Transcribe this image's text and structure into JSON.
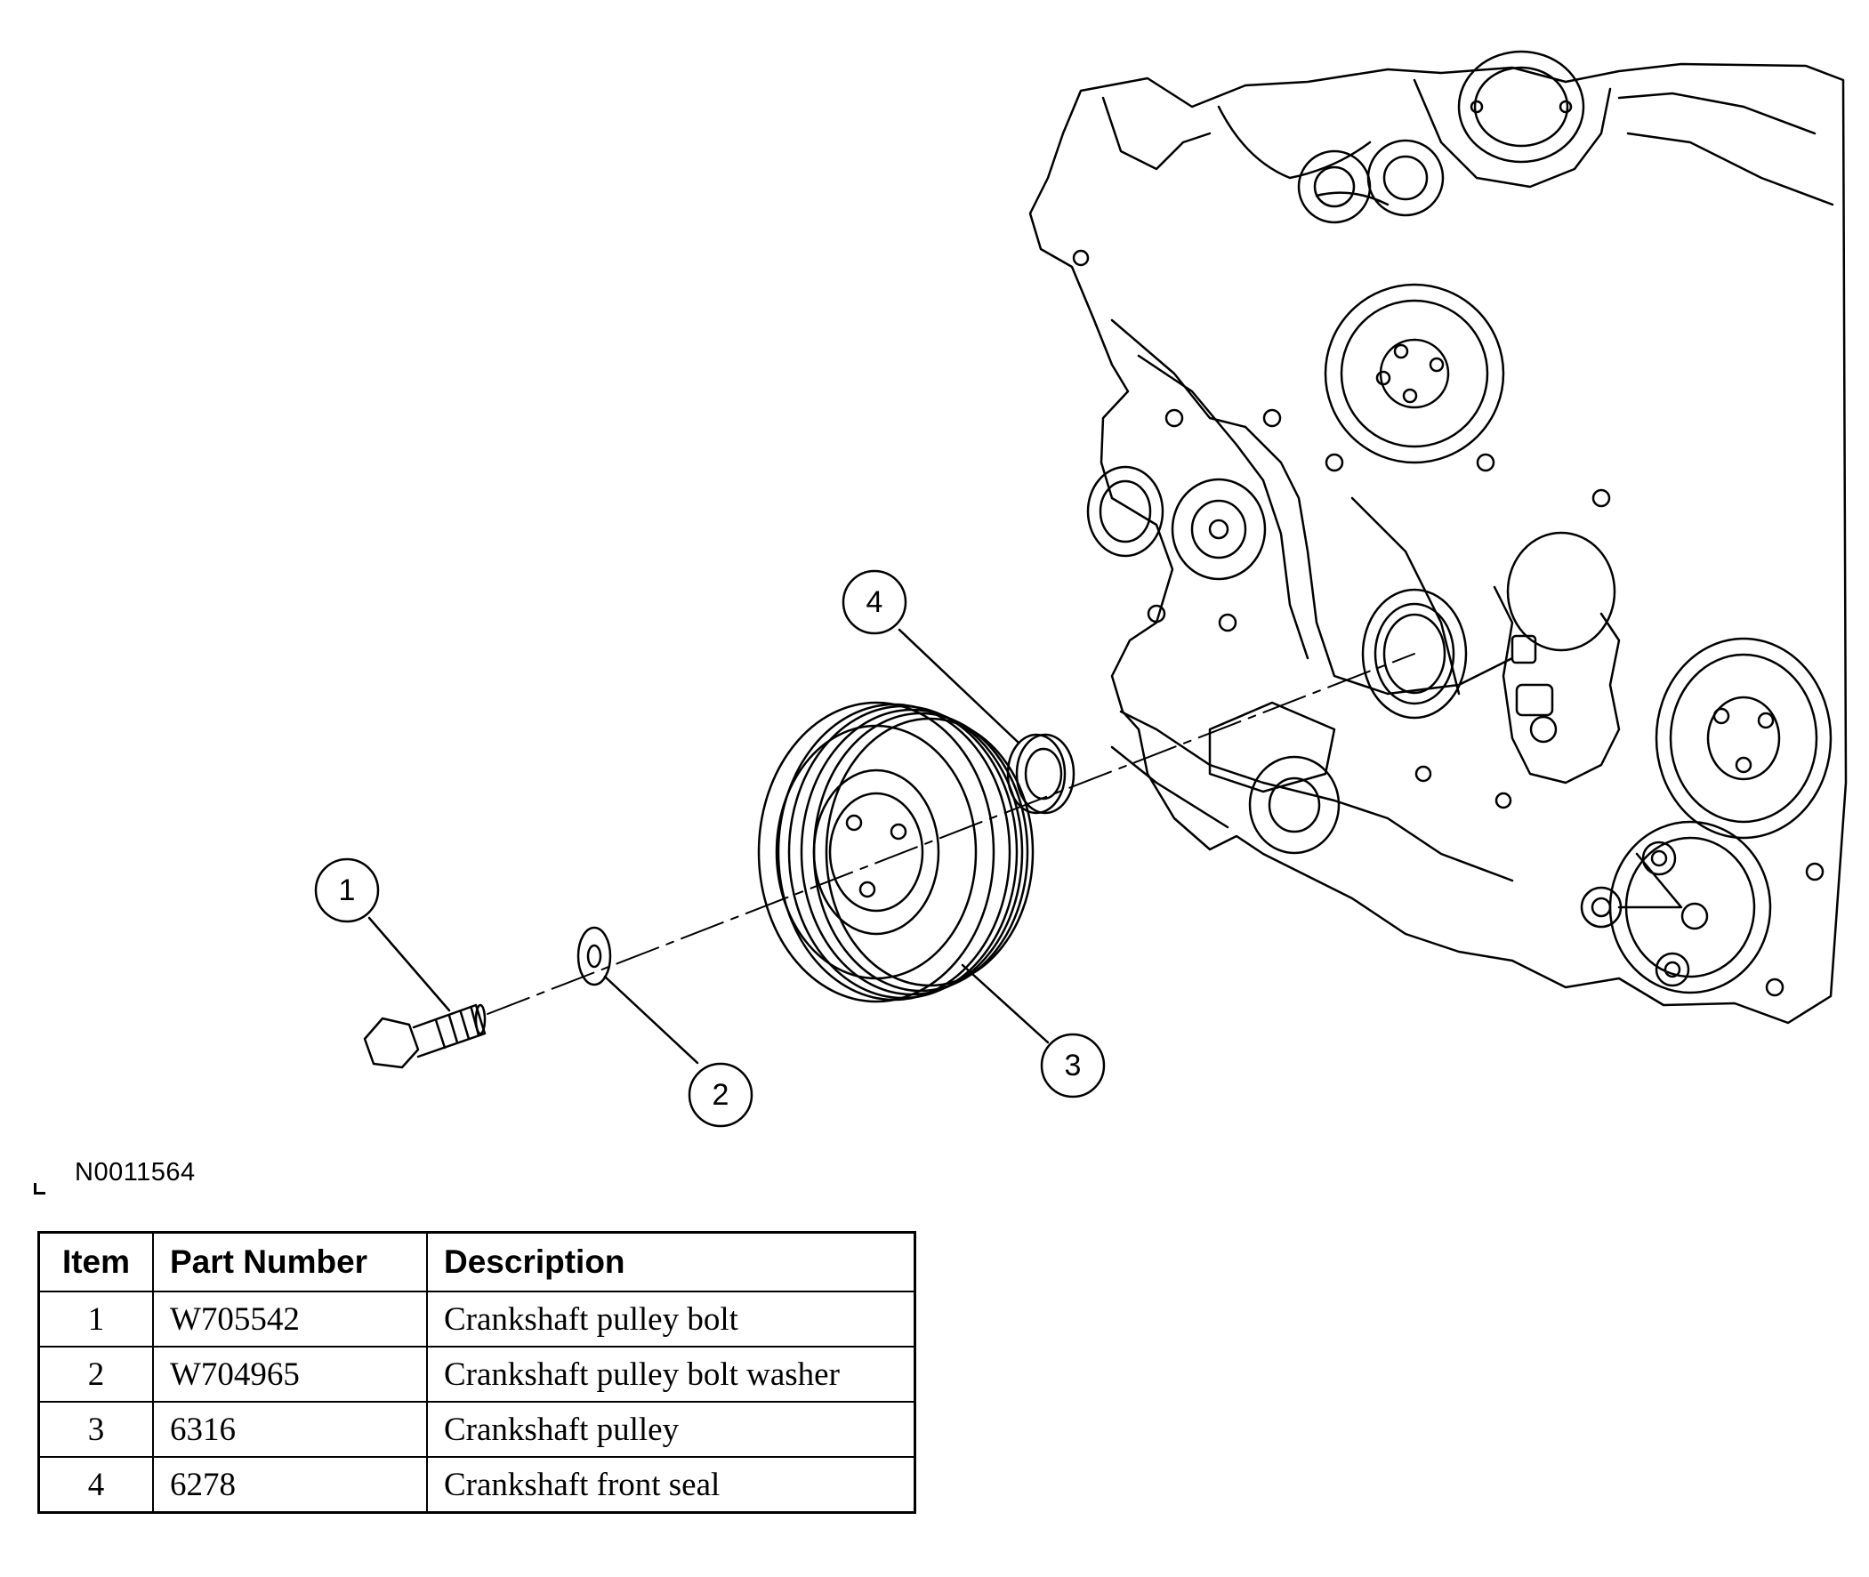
{
  "diagram": {
    "reference_code": "N0011564",
    "callouts": [
      "1",
      "2",
      "3",
      "4"
    ],
    "component_names": [
      "engine-block",
      "crankshaft-pulley-bolt",
      "crankshaft-pulley-bolt-washer",
      "crankshaft-pulley",
      "crankshaft-front-seal"
    ]
  },
  "parts_table": {
    "headers": {
      "item": "Item",
      "part_number": "Part Number",
      "description": "Description"
    },
    "rows": [
      {
        "item": "1",
        "part_number": "W705542",
        "description": "Crankshaft pulley bolt"
      },
      {
        "item": "2",
        "part_number": "W704965",
        "description": "Crankshaft pulley bolt washer"
      },
      {
        "item": "3",
        "part_number": "6316",
        "description": "Crankshaft pulley"
      },
      {
        "item": "4",
        "part_number": "6278",
        "description": "Crankshaft front seal"
      }
    ]
  }
}
